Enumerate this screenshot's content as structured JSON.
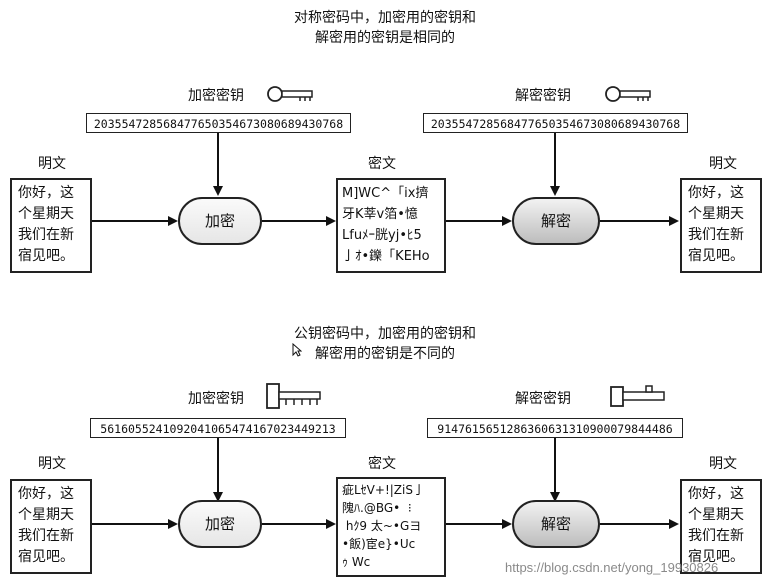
{
  "symmetric": {
    "caption_line1": "对称密码中，加密用的密钥和",
    "caption_line2": "解密用的密钥是相同的",
    "enc_key_label": "加密密钥",
    "dec_key_label": "解密密钥",
    "enc_key": "203554728568477650354673080689430768",
    "dec_key": "203554728568477650354673080689430768",
    "plaintext_label_left": "明文",
    "plaintext_label_right": "明文",
    "ciphertext_label": "密文",
    "plaintext_left": "你好，这\n个星期天\n我们在新\n宿见吧。",
    "plaintext_right": "你好，这\n个星期天\n我们在新\n宿见吧。",
    "ciphertext": "M]WC^「ix擠\n牙K莘v箔•憶\nLfuﾒｰ胱yj•ﾋ5\n亅ｵ•鑠「KEHo",
    "encrypt_label": "加密",
    "decrypt_label": "解密"
  },
  "public_key": {
    "caption_line1": "公钥密码中，加密用的密钥和",
    "caption_line2": "解密用的密钥是不同的",
    "enc_key_label": "加密密钥",
    "dec_key_label": "解密密钥",
    "enc_key": "5616055241092041065474167023449213",
    "dec_key": "9147615651286360631310900079844486",
    "plaintext_label_left": "明文",
    "plaintext_label_right": "明文",
    "ciphertext_label": "密文",
    "plaintext_left": "你好，这\n个星期天\n我们在新\n宿见吧。",
    "plaintext_right": "你好，这\n个星期天\n我们在新\n宿见吧。",
    "ciphertext": "疵LｾV+!|ZiS亅\n隗ﾊ.@BG•  ⁝\n hｸ9 太~•Gヨ\n•飯)宦e}•Uc\nｩ Wc",
    "encrypt_label": "加密",
    "decrypt_label": "解密"
  },
  "watermark": "https://blog.csdn.net/yong_19930826"
}
